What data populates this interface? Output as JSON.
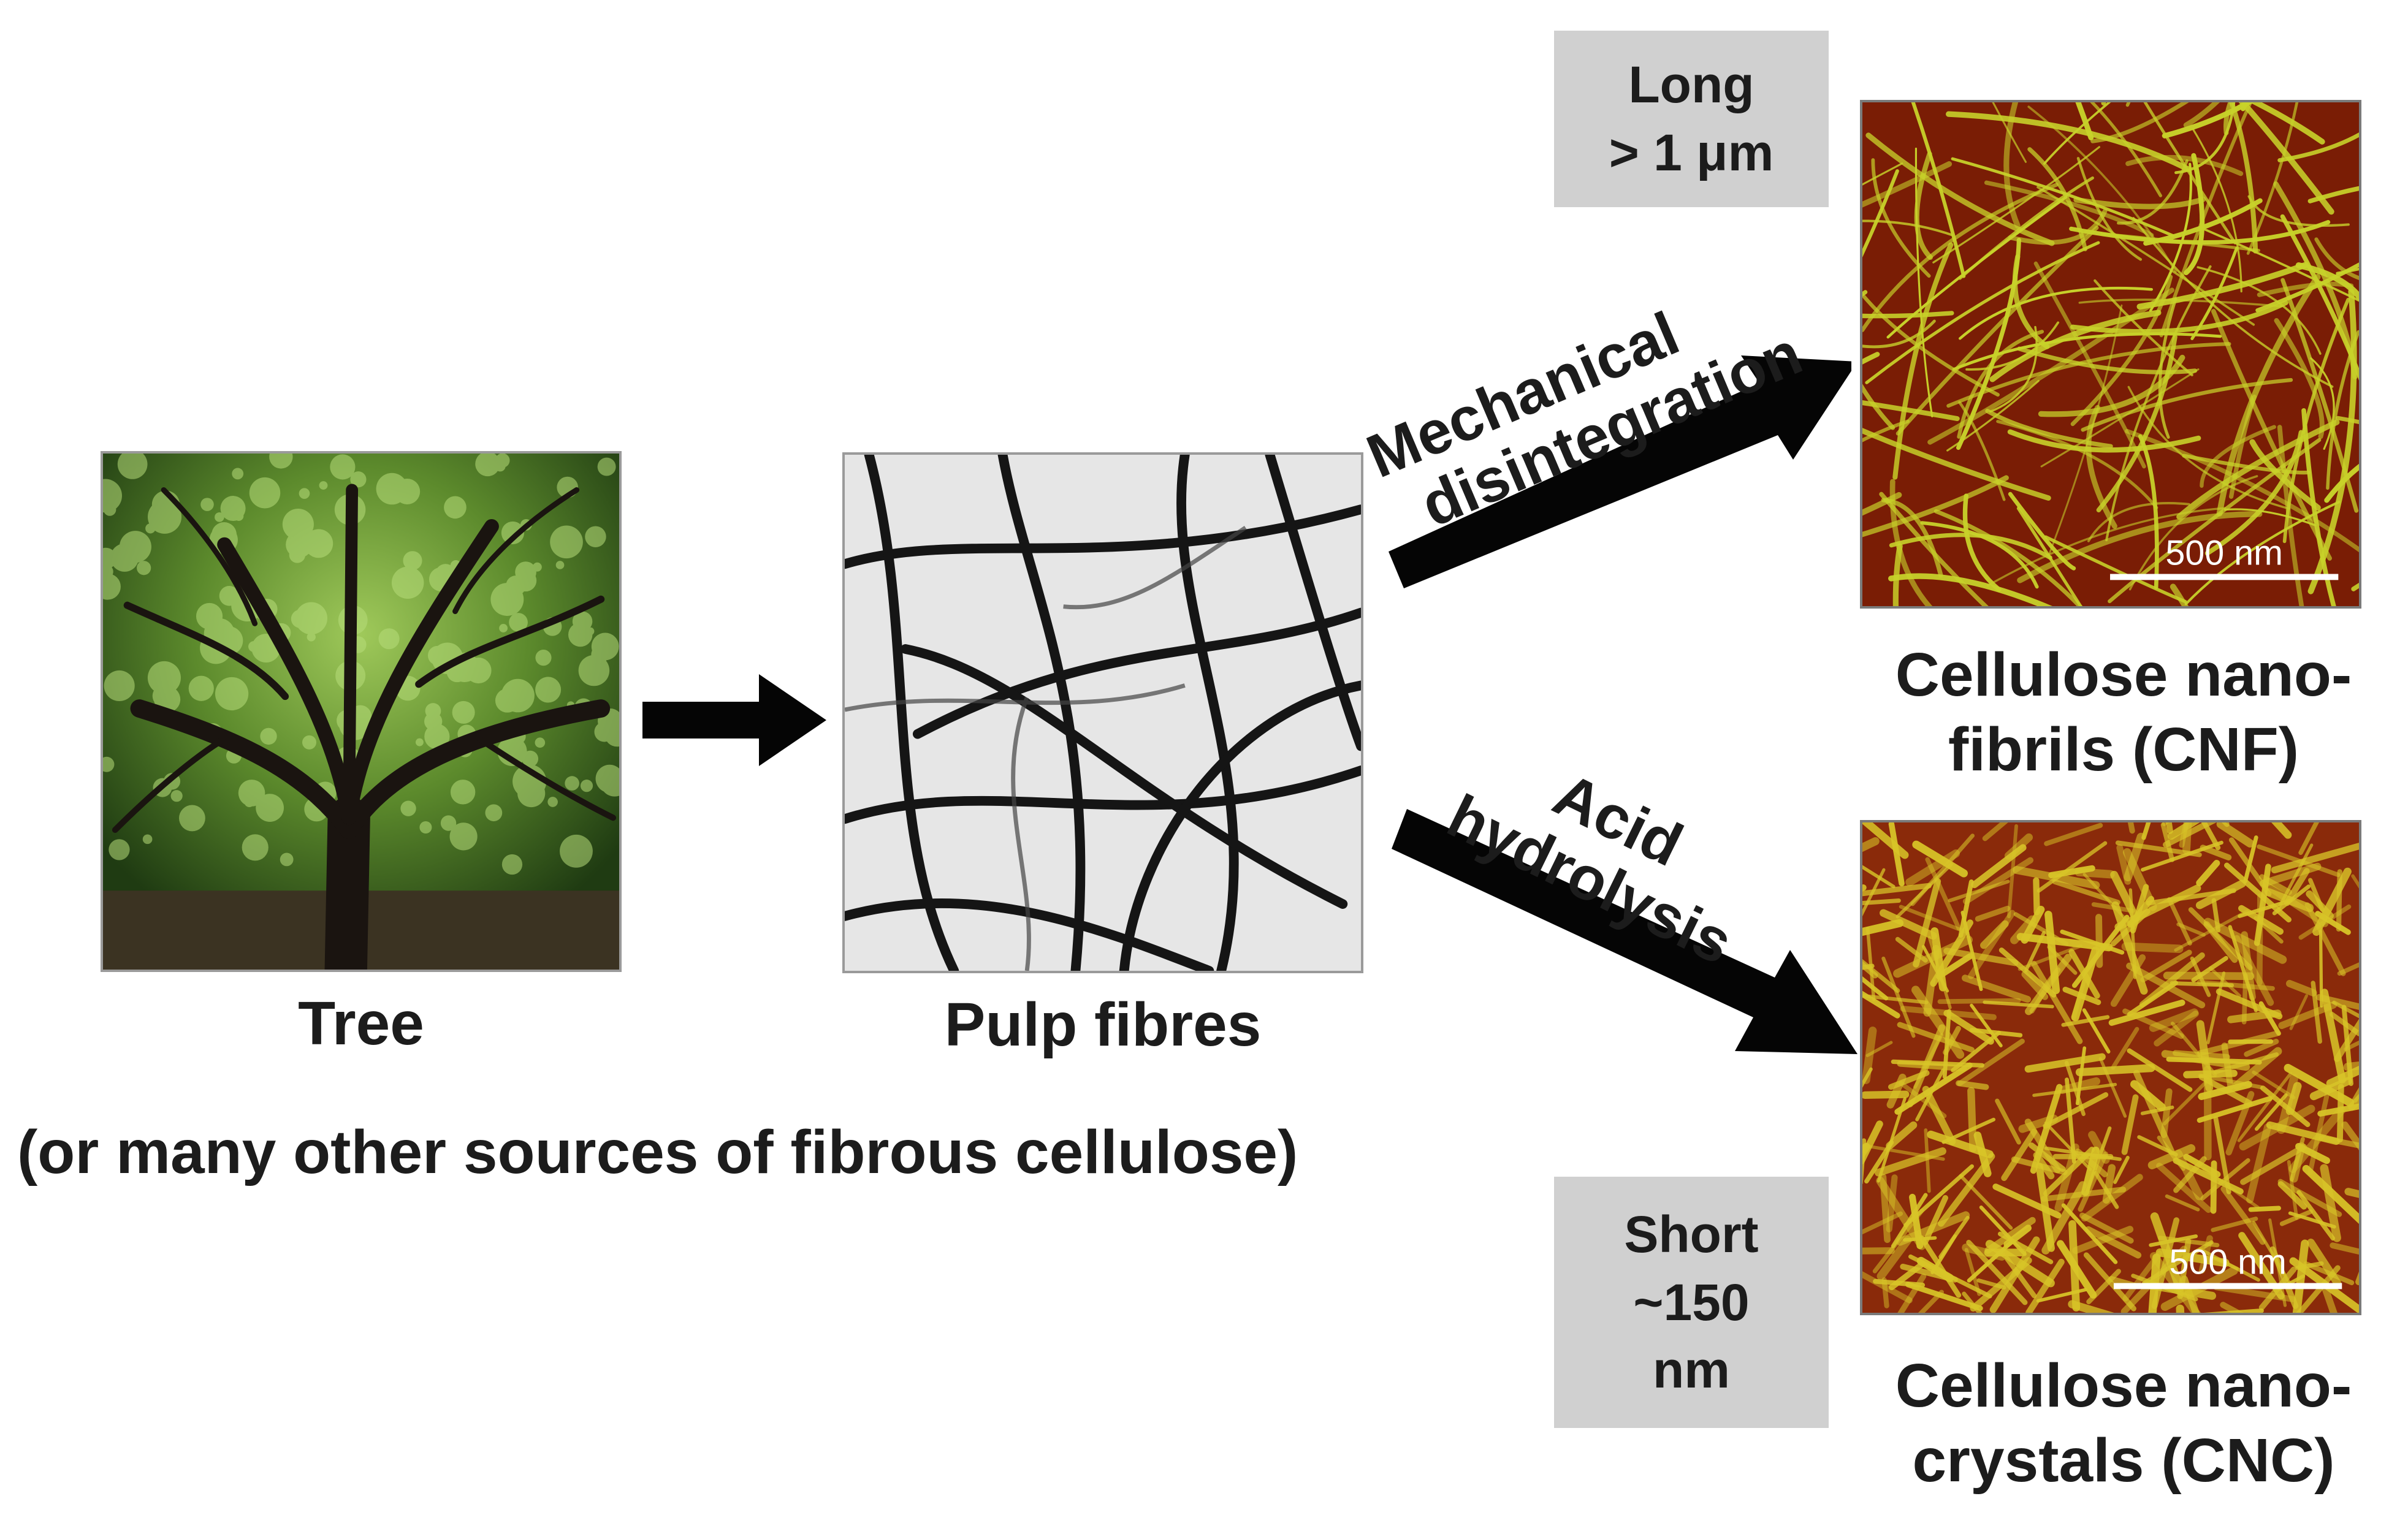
{
  "tree": {
    "label": "Tree"
  },
  "sources_note": "(or many other sources of fibrous cellulose)",
  "pulp": {
    "label": "Pulp fibres"
  },
  "mechanical": {
    "line1": "Mechanical",
    "line2": "disintegration"
  },
  "acid": {
    "line1": "Acid",
    "line2": "hydrolysis"
  },
  "cnf": {
    "box_line1": "Long",
    "box_line2": "> 1 μm",
    "scale": "500 nm",
    "label_line1": "Cellulose nano-",
    "label_line2": "fibrils (CNF)"
  },
  "cnc": {
    "box_line1": "Short",
    "box_line2": "~150",
    "box_line3": "nm",
    "scale": "500 nm",
    "label_line1": "Cellulose nano-",
    "label_line2": "crystals (CNC)"
  },
  "colors": {
    "arrow": "#050505",
    "gray_box": "#d0d0d0",
    "cnf_bg": "#7a1d05",
    "cnf_fiber": "#c8d22a",
    "cnc_bg": "#8a2a0a",
    "cnc_crystal": "#d8c528"
  }
}
